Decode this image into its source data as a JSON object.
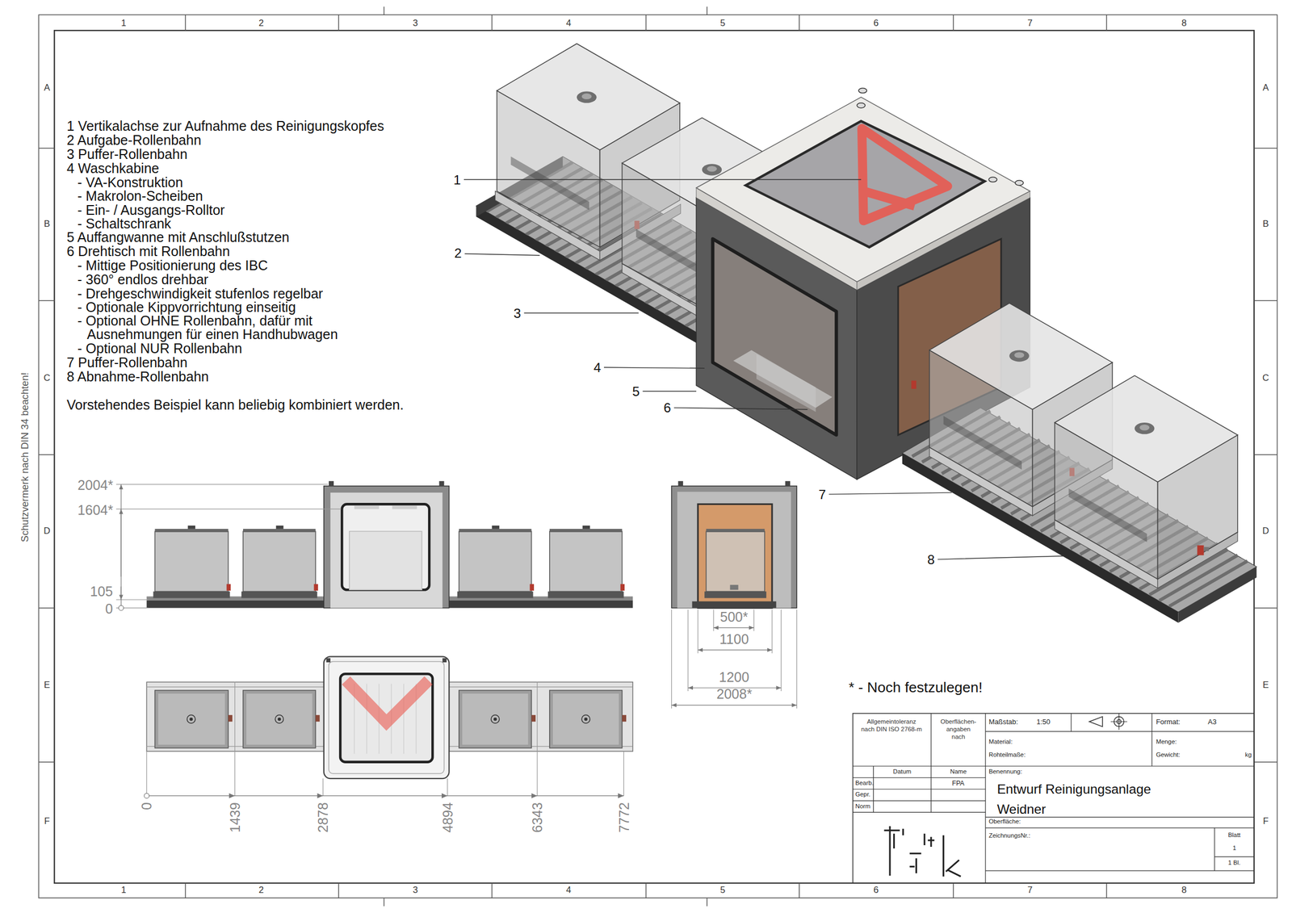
{
  "diagram": {
    "labels": [
      "1",
      "2",
      "3",
      "4",
      "5",
      "6",
      "7",
      "8",
      "1",
      "2",
      "3",
      "4",
      "5",
      "6",
      "7",
      "8",
      "A",
      "B",
      "C",
      "D",
      "E",
      "F",
      "A",
      "B",
      "C",
      "D",
      "E",
      "F",
      "Schutzvermerk nach DIN 34 beachten!",
      "1 Vertikalachse zur Aufnahme des Reinigungskopfes",
      "2 Aufgabe-Rollenbahn",
      "3 Puffer-Rollenbahn",
      "4 Waschkabine",
      "- VA-Konstruktion",
      "- Makrolon-Scheiben",
      "- Ein- / Ausgangs-Rolltor",
      "- Schaltschrank",
      "5 Auffangwanne mit Anschlußstutzen",
      "6 Drehtisch mit Rollenbahn",
      "- Mittige Positionierung des IBC",
      "- 360° endlos drehbar",
      "- Drehgeschwindigkeit stufenlos regelbar",
      "- Optionale Kippvorrichtung einseitig",
      "- Optional OHNE Rollenbahn, dafür mit Ausnehmungen für einen Handhubwagen",
      "- Optional NUR Rollenbahn",
      "7 Puffer-Rollenbahn",
      "8 Abnahme-Rollenbahn",
      "Vorstehendes Beispiel kann beliebig kombiniert werden.",
      "1",
      "2",
      "3",
      "4",
      "5",
      "6",
      "7",
      "8",
      "2004*",
      "1604*",
      "105",
      "0",
      "500*",
      "1100",
      "1200",
      "2008*",
      "0",
      "1439",
      "2878",
      "4894",
      "6343",
      "7772",
      "* - Noch festzulegen!",
      "Allgemeintoleranz nach DIN ISO 2768-m",
      "Oberflächen- angaben nach",
      "Maßstab:",
      "1:50",
      "Format:",
      "A3",
      "Material:",
      "Rohteilmaße:",
      "Menge:",
      "Gewicht:",
      "kg",
      "Datum",
      "Name",
      "Bearb.",
      "FPA",
      "Gepr.",
      "Norm",
      "Benennung:",
      "Entwurf Reinigungsanlage",
      "Weidner",
      "Oberfläche:",
      "ZeichnungsNr.:",
      "Blatt",
      "1",
      "1 Bl."
    ]
  }
}
